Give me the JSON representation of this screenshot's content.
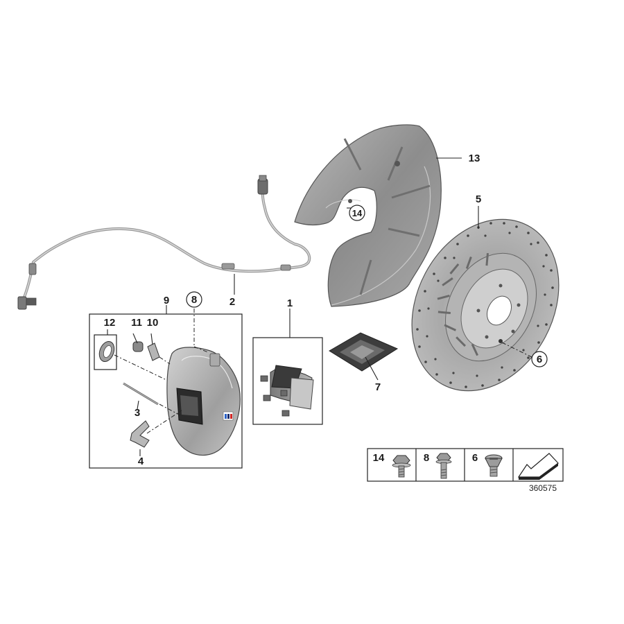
{
  "callouts": {
    "c1": "1",
    "c2": "2",
    "c3": "3",
    "c4": "4",
    "c5": "5",
    "c6": "6",
    "c7": "7",
    "c8": "8",
    "c9": "9",
    "c10": "10",
    "c11": "11",
    "c12": "12",
    "c13": "13",
    "c14": "14"
  },
  "legend": {
    "items": [
      {
        "label": "14",
        "part": "hex-flange-bolt-icon"
      },
      {
        "label": "8",
        "part": "long-hex-bolt-icon"
      },
      {
        "label": "6",
        "part": "countersunk-screw-icon"
      }
    ],
    "arrow": "arrow-icon"
  },
  "diagram_code": "360575"
}
